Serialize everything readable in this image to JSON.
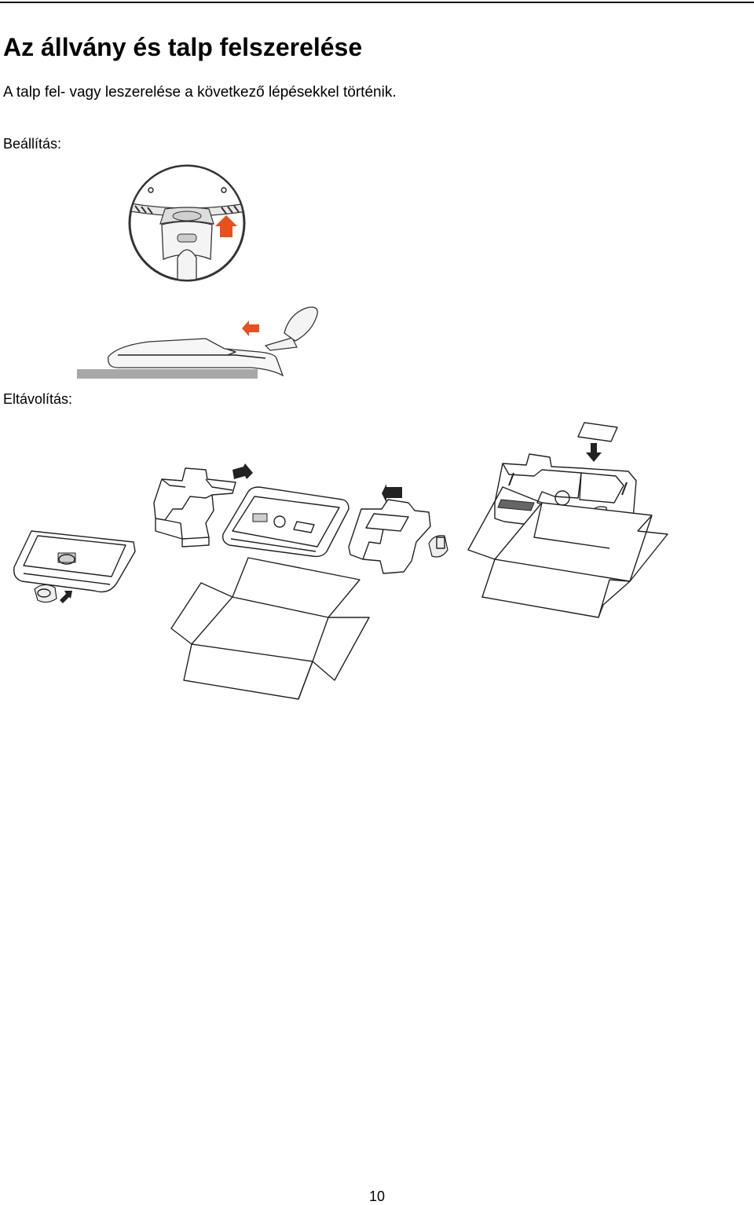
{
  "heading": "Az állvány és talp felszerelése",
  "intro": "A talp fel- vagy leszerelése a következő lépésekkel történik.",
  "setup_label": "Beállítás:",
  "removal_label": "Eltávolítás:",
  "page_number": "10",
  "colors": {
    "arrow_orange": "#e8501c",
    "arrow_dark": "#222222",
    "base_gray": "#a8a8a8"
  }
}
